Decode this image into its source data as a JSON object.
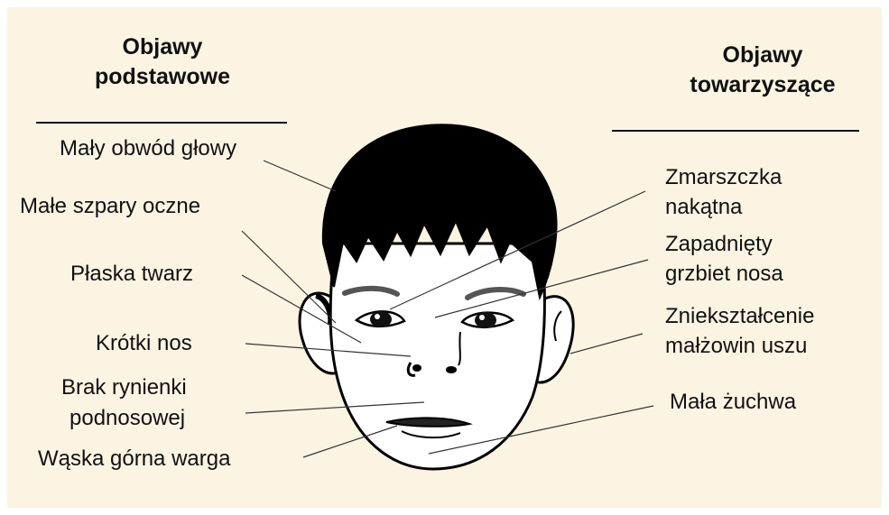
{
  "headers": {
    "left": [
      "Objawy",
      "podstawowe"
    ],
    "right": [
      "Objawy",
      "towarzyszące"
    ]
  },
  "labels_left": [
    "Mały obwód głowy",
    "Małe szpary oczne",
    "Płaska twarz",
    "Krótki nos",
    "Brak rynienki",
    "podnosowej",
    "Wąska górna warga"
  ],
  "labels_right": [
    "Zmarszczka",
    "nakątna",
    "Zapadnięty",
    "grzbiet nosa",
    "Zniekształcenie",
    "małżowin uszu",
    "Mała żuchwa"
  ],
  "colors": {
    "background": "#fbf4e3",
    "ink": "#111111",
    "face": "#ffffff",
    "hair": "#000000"
  }
}
